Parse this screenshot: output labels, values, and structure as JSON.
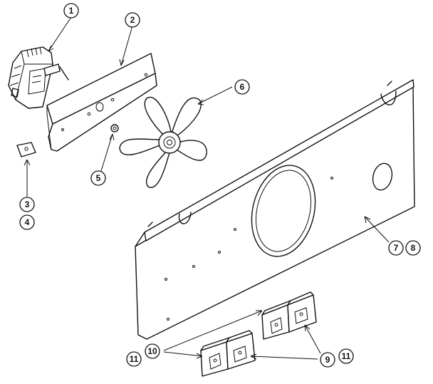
{
  "callouts": {
    "c1": "1",
    "c2": "2",
    "c3": "3",
    "c4": "4",
    "c5": "5",
    "c6": "6",
    "c7": "7",
    "c8": "8",
    "c9": "9",
    "c10": "10",
    "c11a": "11",
    "c11b": "11"
  }
}
